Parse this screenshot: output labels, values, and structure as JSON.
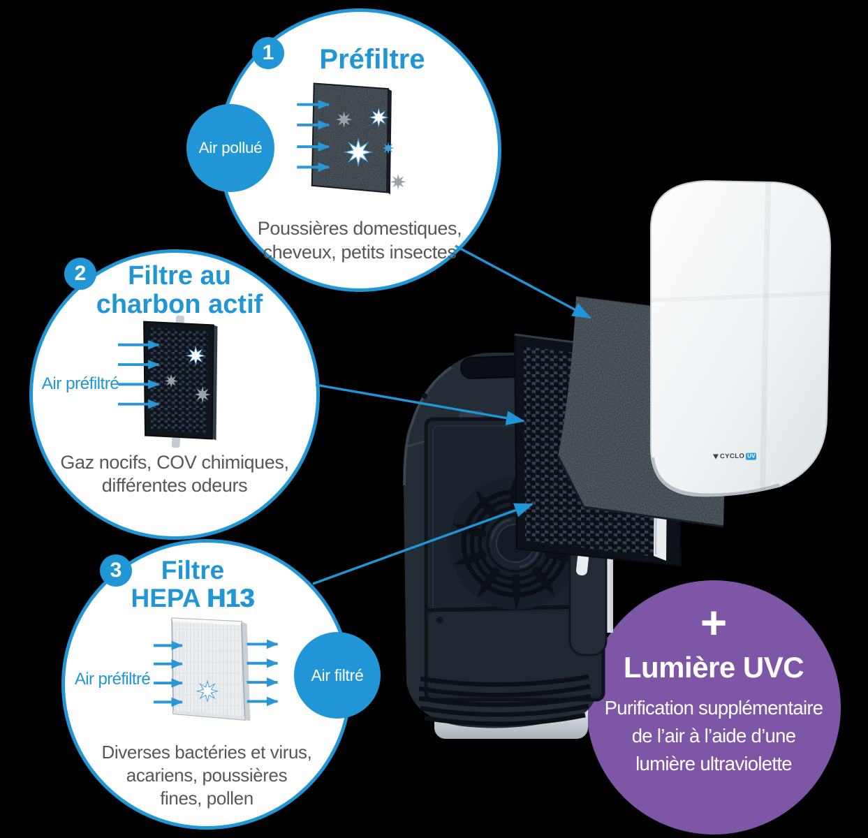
{
  "colors": {
    "accent_blue": "#2196d6",
    "purple": "#7d57a6",
    "caption_gray": "#54585c",
    "background": "#000000"
  },
  "steps": [
    {
      "number": "1",
      "title": "Préfiltre",
      "input_label": "Air pollué",
      "caption_lines": [
        "Poussières domestiques,",
        "cheveux, petits insectes"
      ]
    },
    {
      "number": "2",
      "title_lines": [
        "Filtre au",
        "charbon actif"
      ],
      "input_label": "Air préfiltré",
      "caption_lines": [
        "Gaz nocifs, COV chimiques,",
        "différentes odeurs"
      ]
    },
    {
      "number": "3",
      "title_line1": "Filtre",
      "title_line2_regular": "HEPA",
      "title_line2_bold": "H13",
      "input_label": "Air préfiltré",
      "output_label": "Air filtré",
      "caption_lines": [
        "Diverses bactéries et virus,",
        "acariens, poussières",
        "fines, pollen"
      ]
    }
  ],
  "uvc_bubble": {
    "plus_sign": "+",
    "title": "Lumière UVC",
    "caption_lines": [
      "Purification supplémentaire",
      "de l’air à l’aide d’une",
      "lumière ultraviolette"
    ]
  },
  "device": {
    "brand": "CYCLO",
    "brand_badge": "UV"
  }
}
